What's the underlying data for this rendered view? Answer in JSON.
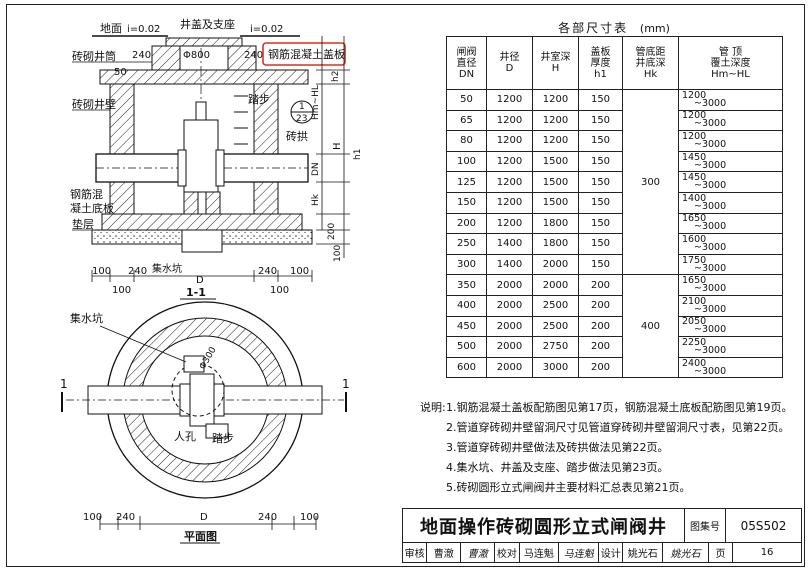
{
  "section_view": {
    "labels": {
      "ground_left": "地面",
      "ground_left_slope": "i=0.02",
      "cover_seat": "井盖及支座",
      "ground_right_slope": "i=0.02",
      "brick_shaft": "砖砌井筒",
      "dia_800": "Φ800",
      "cover_plate": "钢筋混凝土盖板",
      "dim_240_a": "240",
      "dim_240_b": "240",
      "dim_50": "50",
      "step": "踏步",
      "brick_wall": "砖砌井壁",
      "brick_arch": "砖拱",
      "base_plate_l1": "钢筋混",
      "base_plate_l2": "凝土底板",
      "cushion": "垫层",
      "sump": "集水坑",
      "detail_num": "1",
      "detail_page": "23",
      "h2": "h2",
      "hm_hl": "Hm~HL",
      "h": "H",
      "h1": "h1",
      "dn": "DN",
      "hk": "Hk",
      "dim_200": "200",
      "dim_100_r": "100",
      "b_100_a": "100",
      "b_240_a": "240",
      "b_240_b": "240",
      "b_100_b": "100",
      "b_100_c": "100",
      "b_100_d": "100",
      "b_d": "D",
      "title": "1-1"
    }
  },
  "plan_view": {
    "labels": {
      "sump": "集水坑",
      "d300": "Φ300",
      "manhole": "人孔",
      "step": "踏步",
      "cut_left": "1",
      "cut_right": "1",
      "b_100_a": "100",
      "b_240_a": "240",
      "b_d": "D",
      "b_240_b": "240",
      "b_100_b": "100",
      "title": "平面图"
    }
  },
  "dim_table": {
    "title": "各部尺寸表",
    "unit": "(mm)",
    "headers": [
      [
        "闸阀",
        "直径",
        "DN"
      ],
      [
        "井径",
        "D"
      ],
      [
        "井室深",
        "H"
      ],
      [
        "盖板",
        "厚度",
        "h1"
      ],
      [
        "管底距",
        "井底深",
        "Hk"
      ],
      [
        "管  顶",
        "覆土深度",
        "Hm~HL"
      ]
    ],
    "rows": [
      {
        "dn": "50",
        "d": "1200",
        "h": "1200",
        "h1": "150",
        "hl_a": "1200",
        "hl_b": "~3000"
      },
      {
        "dn": "65",
        "d": "1200",
        "h": "1200",
        "h1": "150",
        "hl_a": "1200",
        "hl_b": "~3000"
      },
      {
        "dn": "80",
        "d": "1200",
        "h": "1200",
        "h1": "150",
        "hl_a": "1200",
        "hl_b": "~3000"
      },
      {
        "dn": "100",
        "d": "1200",
        "h": "1500",
        "h1": "150",
        "hl_a": "1450",
        "hl_b": "~3000"
      },
      {
        "dn": "125",
        "d": "1200",
        "h": "1500",
        "h1": "150",
        "hl_a": "1450",
        "hl_b": "~3000"
      },
      {
        "dn": "150",
        "d": "1200",
        "h": "1500",
        "h1": "150",
        "hl_a": "1400",
        "hl_b": "~3000"
      },
      {
        "dn": "200",
        "d": "1200",
        "h": "1800",
        "h1": "150",
        "hl_a": "1650",
        "hl_b": "~3000"
      },
      {
        "dn": "250",
        "d": "1400",
        "h": "1800",
        "h1": "150",
        "hl_a": "1600",
        "hl_b": "~3000"
      },
      {
        "dn": "300",
        "d": "1400",
        "h": "2000",
        "h1": "150",
        "hl_a": "1750",
        "hl_b": "~3000"
      },
      {
        "dn": "350",
        "d": "2000",
        "h": "2000",
        "h1": "200",
        "hl_a": "1650",
        "hl_b": "~3000"
      },
      {
        "dn": "400",
        "d": "2000",
        "h": "2500",
        "h1": "200",
        "hl_a": "2100",
        "hl_b": "~3000"
      },
      {
        "dn": "450",
        "d": "2000",
        "h": "2500",
        "h1": "200",
        "hl_a": "2050",
        "hl_b": "~3000"
      },
      {
        "dn": "500",
        "d": "2000",
        "h": "2750",
        "h1": "200",
        "hl_a": "2250",
        "hl_b": "~3000"
      },
      {
        "dn": "600",
        "d": "2000",
        "h": "3000",
        "h1": "200",
        "hl_a": "2400",
        "hl_b": "~3000"
      }
    ],
    "hk_groups": [
      "300",
      "400"
    ]
  },
  "notes": {
    "label": "说明:",
    "items": [
      "1.钢筋混凝土盖板配筋图见第17页，钢筋混凝土底板配筋图见第19页。",
      "2.管道穿砖砌井壁留洞尺寸见管道穿砖砌井壁留洞尺寸表，见第22页。",
      "3.管道穿砖砌井壁做法及砖拱做法见第22页。",
      "4.集水坑、井盖及支座、踏步做法见第23页。",
      "5.砖砌圆形立式闸阀井主要材料汇总表见第21页。"
    ]
  },
  "title_block": {
    "title": "地面操作砖砌圆形立式闸阀井",
    "atlas_label": "图集号",
    "atlas_no": "05S502",
    "sig": {
      "review": "审核",
      "review_name": "曹澈",
      "review_sign": "曹澈",
      "check": "校对",
      "check_name": "马连魁",
      "check_sign": "马连魁",
      "design": "设计",
      "design_name": "姚光石",
      "design_sign": "姚光石",
      "page_label": "页",
      "page_no": "16"
    }
  },
  "colors": {
    "highlight": "#d9301e",
    "ink": "#111111"
  }
}
